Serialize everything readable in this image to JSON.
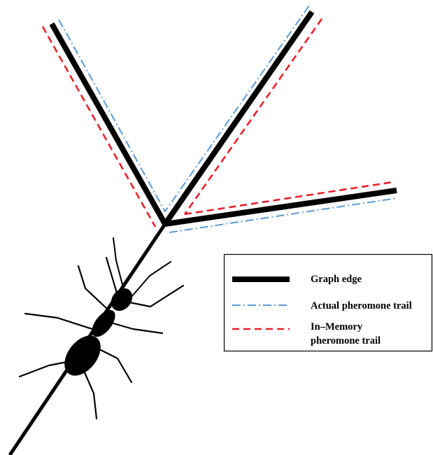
{
  "diagram": {
    "colors": {
      "graph_edge": "#000000",
      "actual_trail": "#5b9bd5",
      "memory_trail": "#e8202a",
      "ant": "#000000",
      "legend_border": "#000000",
      "background": "#ffffff"
    },
    "legend": {
      "items": [
        {
          "label": "Graph edge",
          "style": "solid-thick",
          "color": "#000000"
        },
        {
          "label": "Actual pheromone trail",
          "style": "dash-dot",
          "color": "#5b9bd5"
        },
        {
          "label": "In–Memory",
          "label_line2": "pheromone trail",
          "style": "dashed",
          "color": "#e8202a"
        }
      ]
    },
    "icons": [
      "ant-icon"
    ]
  }
}
